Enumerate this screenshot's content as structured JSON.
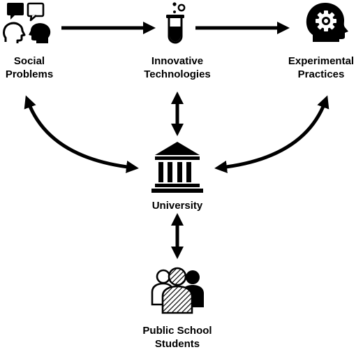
{
  "nodes": {
    "social_problems": {
      "line1": "Social",
      "line2": "Problems",
      "icon": "people-talking-icon"
    },
    "innovative_technologies": {
      "line1": "Innovative",
      "line2": "Technologies",
      "icon": "test-tube-icon"
    },
    "experimental_practices": {
      "line1": "Experimental",
      "line2": "Practices",
      "icon": "head-gear-icon"
    },
    "university": {
      "line1": "University",
      "icon": "university-building-icon"
    },
    "public_school_students": {
      "line1": "Public School",
      "line2": "Students",
      "icon": "student-group-icon"
    }
  },
  "colors": {
    "ink": "#000000",
    "background": "#ffffff"
  }
}
